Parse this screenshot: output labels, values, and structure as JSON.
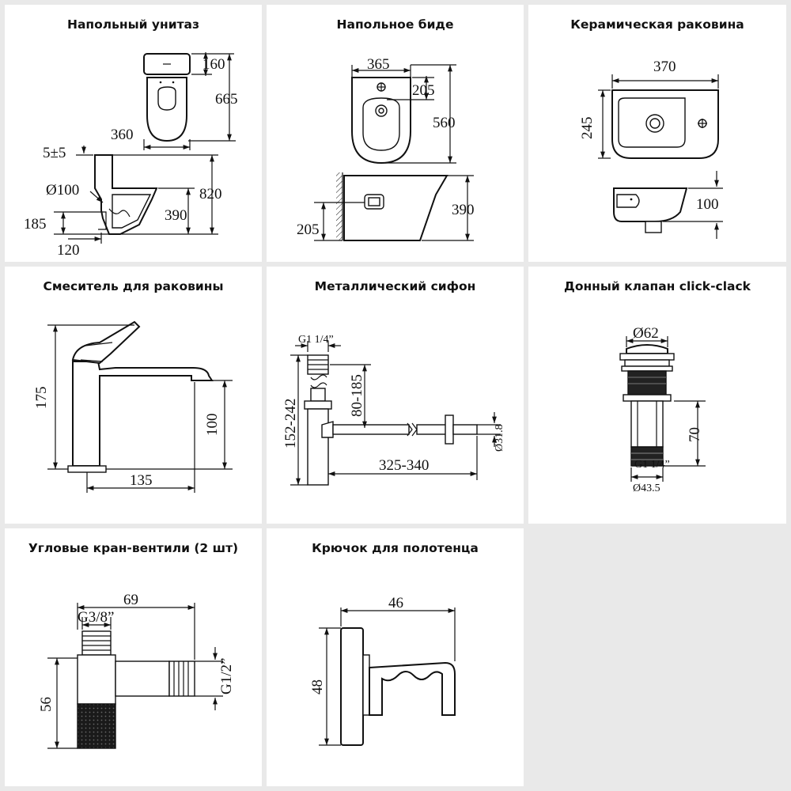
{
  "panels": {
    "toilet": {
      "title": "Напольный унитаз",
      "dims": {
        "lid": "160",
        "height_top": "665",
        "width": "360",
        "gap": "5±5",
        "outlet_d": "Ø100",
        "height_total": "820",
        "seat_h": "390",
        "outlet_h": "185",
        "outlet_off": "120"
      }
    },
    "bidet": {
      "title": "Напольное биде",
      "dims": {
        "width": "365",
        "hole": "205",
        "depth": "560",
        "height": "390",
        "outlet_h": "205"
      }
    },
    "sink": {
      "title": "Керамическая раковина",
      "dims": {
        "width": "370",
        "depth": "245",
        "height": "100"
      }
    },
    "faucet": {
      "title": "Смеситель для раковины",
      "dims": {
        "height": "175",
        "spout_h": "100",
        "reach": "135"
      }
    },
    "siphon": {
      "title": "Металлический сифон",
      "dims": {
        "thread": "G1 1/4”",
        "height": "152-242",
        "adjust": "80-185",
        "length": "325-340",
        "pipe_d": "Ø31.8"
      }
    },
    "drain": {
      "title": "Донный клапан click-clack",
      "dims": {
        "cap_d": "Ø62",
        "height": "70",
        "thread": "G1 1/4”",
        "body_d": "Ø43.5"
      }
    },
    "valve": {
      "title": "Угловые кран-вентили (2 шт)",
      "dims": {
        "length": "69",
        "inlet": "G3/8”",
        "outlet": "G1/2”",
        "height": "56"
      }
    },
    "hook": {
      "title": "Крючок для полотенца",
      "dims": {
        "depth": "46",
        "height": "48"
      }
    }
  },
  "colors": {
    "background": "#e9e9e9",
    "panel": "#ffffff",
    "line": "#111111",
    "dark_grip": "#1a1a1a"
  }
}
